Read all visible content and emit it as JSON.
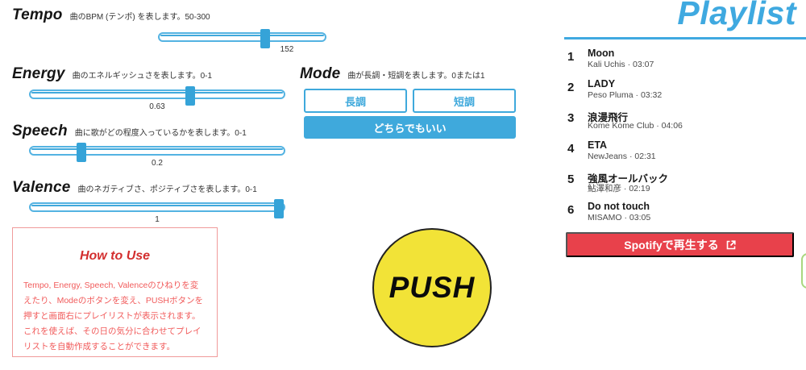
{
  "colors": {
    "accent_blue": "#3FA9DC",
    "playlist_blue": "#3FA9E0",
    "spotify_red": "#E8414B",
    "push_yellow": "#F2E337",
    "howto_red": "#F15B5B",
    "edge_green": "#A9D77F"
  },
  "sliders": [
    {
      "id": "tempo",
      "label": "Tempo",
      "description": "曲のBPM (テンポ) を表します。50-300",
      "value": "152",
      "percent": 64
    },
    {
      "id": "energy",
      "label": "Energy",
      "description": "曲のエネルギッシュさを表します。0-1",
      "value": "0.63",
      "percent": 63
    },
    {
      "id": "speech",
      "label": "Speech",
      "description": "曲に歌がどの程度入っているかを表します。0-1",
      "value": "0.2",
      "percent": 20
    },
    {
      "id": "valence",
      "label": "Valence",
      "description": "曲のネガティブさ、ポジティブさを表します。0-1",
      "value": "1",
      "percent": 98
    }
  ],
  "mode": {
    "label": "Mode",
    "description": "曲が長調・短調を表します。0または1",
    "options": [
      {
        "label": "長調",
        "selected": false
      },
      {
        "label": "短調",
        "selected": false
      },
      {
        "label": "どちらでもいい",
        "selected": true
      }
    ]
  },
  "push_button": {
    "label": "PUSH"
  },
  "how_to_use": {
    "title": "How to Use",
    "body": "Tempo, Energy, Speech, Valenceのひねりを変えたり、Modeのボタンを変え、PUSHボタンを押すと画面右にプレイリストが表示されます。これを使えば、その日の気分に合わせてプレイリストを自動作成することができます。"
  },
  "playlist": {
    "title": "Playlist",
    "tracks": [
      {
        "number": "1",
        "title": "Moon",
        "artist": "Kali Uchis",
        "duration": "03:07",
        "subtitle": "Kali Uchis · 03:07"
      },
      {
        "number": "2",
        "title": "LADY",
        "artist": "Peso Pluma",
        "duration": "03:32",
        "subtitle": "Peso Pluma · 03:32"
      },
      {
        "number": "3",
        "title": "浪漫飛行",
        "artist": "Kome Kome Club",
        "duration": "04:06",
        "subtitle": "Kome Kome Club · 04:06"
      },
      {
        "number": "4",
        "title": "ETA",
        "artist": "NewJeans",
        "duration": "02:31",
        "subtitle": "NewJeans · 02:31"
      },
      {
        "number": "5",
        "title": "強風オールバック",
        "artist": "鮎澤和彦",
        "duration": "02:19",
        "subtitle": "鮎澤和彦 · 02:19"
      },
      {
        "number": "6",
        "title": "Do not touch",
        "artist": "MISAMO",
        "duration": "03:05",
        "subtitle": "MISAMO · 03:05"
      }
    ],
    "spotify_button": {
      "label": "Spotifyで再生する",
      "icon": "external-link-icon"
    }
  }
}
